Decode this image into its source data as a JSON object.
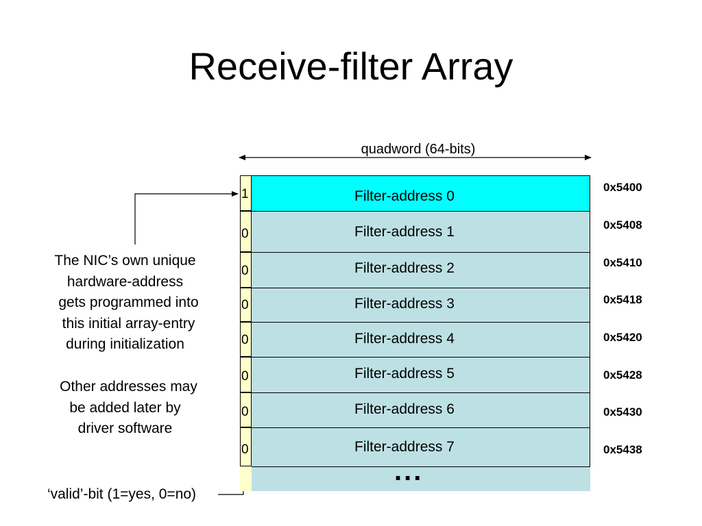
{
  "title": "Receive-filter Array",
  "width_label": "quadword (64-bits)",
  "entries": [
    {
      "valid": "1",
      "label": "Filter-address 0",
      "address": "0x5400"
    },
    {
      "valid": "0",
      "label": "Filter-address 1",
      "address": "0x5408"
    },
    {
      "valid": "0",
      "label": "Filter-address 2",
      "address": "0x5410"
    },
    {
      "valid": "0",
      "label": "Filter-address 3",
      "address": "0x5418"
    },
    {
      "valid": "0",
      "label": "Filter-address 4",
      "address": "0x5420"
    },
    {
      "valid": "0",
      "label": "Filter-address 5",
      "address": "0x5428"
    },
    {
      "valid": "0",
      "label": "Filter-address 6",
      "address": "0x5430"
    },
    {
      "valid": "0",
      "label": "Filter-address 7",
      "address": "0x5438"
    }
  ],
  "continuation": "...",
  "notes": {
    "nic_address_lines": [
      "The NIC’s own unique",
      "hardware-address",
      "gets programmed into",
      "this initial array-entry",
      "during initialization"
    ],
    "other_addresses_lines": [
      "Other addresses may",
      "be added later by",
      "driver software"
    ],
    "valid_bit": "‘valid’-bit (1=yes, 0=no)"
  },
  "colors": {
    "first_entry": "#00ffff",
    "other_entries": "#bde0e4",
    "valid_column": "#ffffcc"
  }
}
